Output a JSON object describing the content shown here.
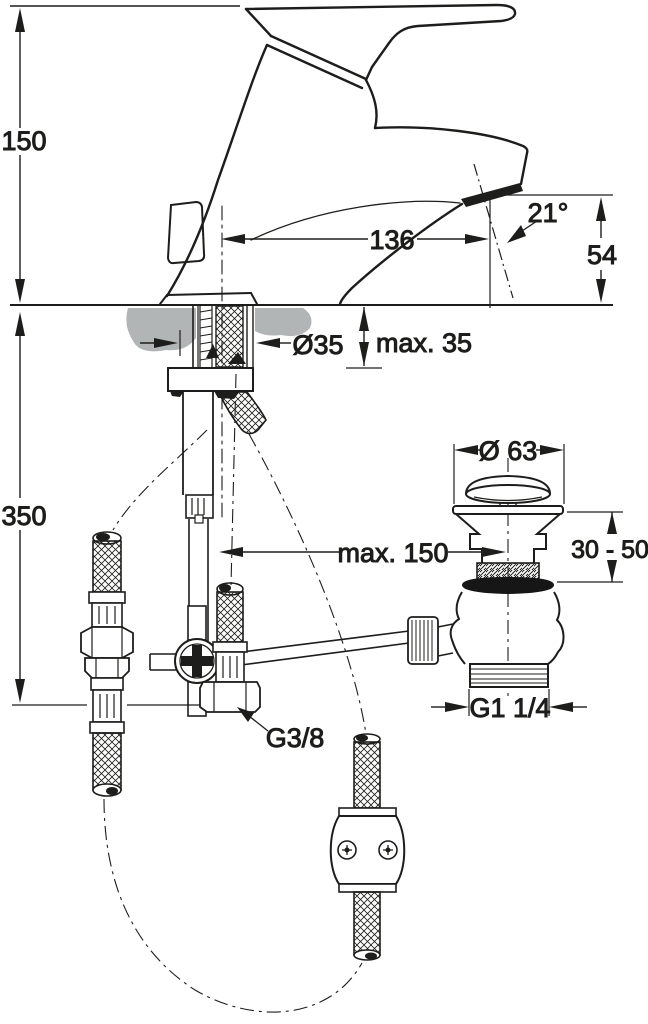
{
  "labels": {
    "dim_height_above_deck": "150",
    "dim_spout_reach": "136",
    "dim_spout_angle": "21°",
    "dim_spout_height": "54",
    "dim_hole_diameter": "Ø35",
    "dim_deck_thickness": "max. 35",
    "dim_hose_drop": "350",
    "dim_waste_cap_diameter": "Ø 63",
    "dim_rod_reach": "max. 150",
    "dim_waste_adjust_range": "30 - 50",
    "label_supply_thread": "G3/8",
    "label_waste_thread": "G1 1/4"
  },
  "colors": {
    "line": "#1d1d1b",
    "counter_gray": "#b2b5b5",
    "seal_black": "#161616",
    "paper": "#ffffff"
  }
}
